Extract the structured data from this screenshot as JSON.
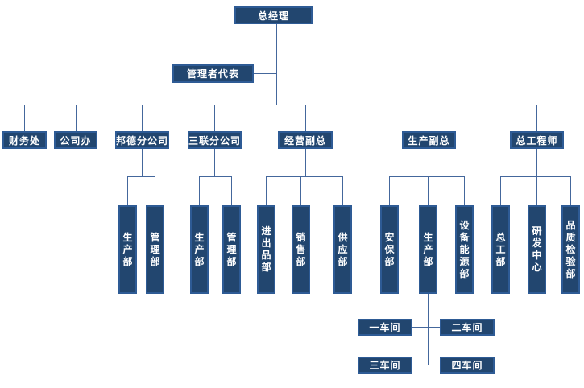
{
  "org_chart": {
    "root": {
      "label": "总经理"
    },
    "staff": {
      "label": "管理者代表"
    },
    "level2": [
      {
        "label": "财务处"
      },
      {
        "label": "公司办"
      },
      {
        "label": "邦德分公司"
      },
      {
        "label": "三联分公司"
      },
      {
        "label": "经营副总"
      },
      {
        "label": "生产副总"
      },
      {
        "label": "总工程师"
      }
    ],
    "departments": [
      {
        "label": "生产部",
        "parent": "邦德分公司"
      },
      {
        "label": "管理部",
        "parent": "邦德分公司"
      },
      {
        "label": "生产部",
        "parent": "三联分公司"
      },
      {
        "label": "管理部",
        "parent": "三联分公司"
      },
      {
        "label": "进出品部",
        "parent": "经营副总"
      },
      {
        "label": "销售部",
        "parent": "经营副总"
      },
      {
        "label": "供应部",
        "parent": "经营副总"
      },
      {
        "label": "安保部",
        "parent": "生产副总"
      },
      {
        "label": "生产部",
        "parent": "生产副总"
      },
      {
        "label": "设备能源部",
        "parent": "生产副总"
      },
      {
        "label": "总工部",
        "parent": "总工程师"
      },
      {
        "label": "研发中心",
        "parent": "总工程师"
      },
      {
        "label": "品质检验部",
        "parent": "总工程师"
      }
    ],
    "workshops": [
      {
        "label": "一车间",
        "parent": "生产部"
      },
      {
        "label": "二车间",
        "parent": "生产部"
      },
      {
        "label": "三车间",
        "parent": "生产部"
      },
      {
        "label": "四车间",
        "parent": "生产部"
      }
    ]
  },
  "colors": {
    "box_fill": "#22466F",
    "box_border": "#2E5B95",
    "connector": "#44679C",
    "text": "#FFFFFF",
    "background": "#FFFFFF"
  }
}
